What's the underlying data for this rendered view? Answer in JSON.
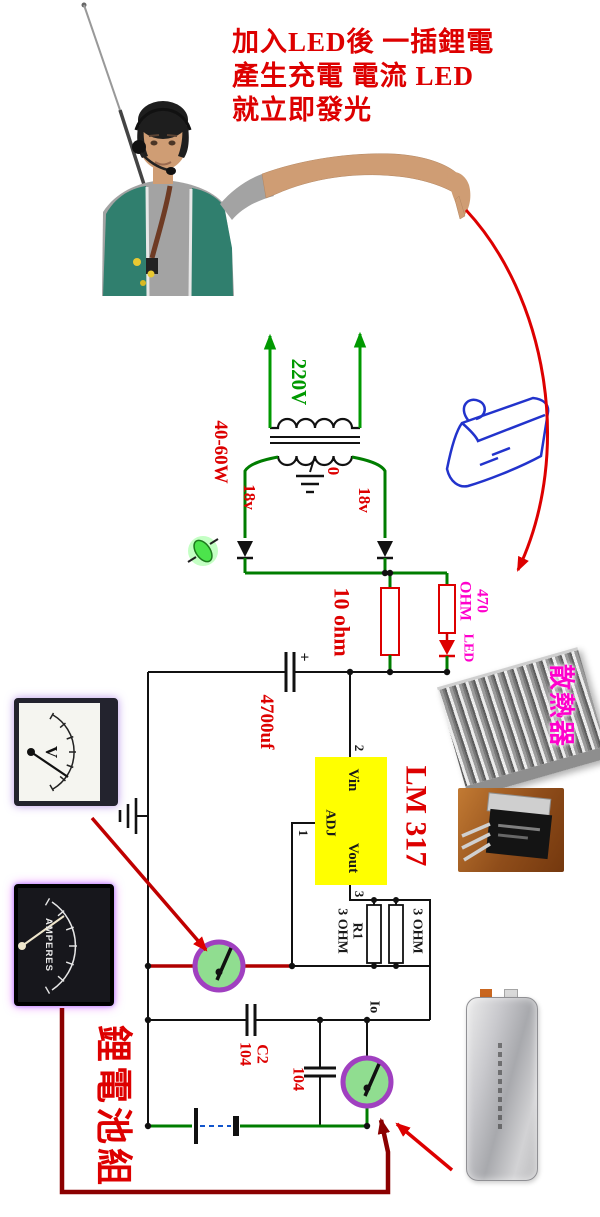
{
  "title": {
    "lines": [
      "加入LED後 一插鋰電",
      "產生充電 電流  LED",
      "就立即發光"
    ]
  },
  "schematic": {
    "ac_voltage": "220V",
    "transformer_power": "40-60W",
    "secondary_left": "18v",
    "secondary_center_tap": "0",
    "secondary_right": "18v",
    "series_resistor": "10 ohm",
    "led_resistor_value": "470",
    "led_resistor_unit": "OHM",
    "led_label": "LED",
    "filter_cap": "4700uf",
    "cap_polarity": "+",
    "regulator_name": "LM 317",
    "pin_vin": "Vin",
    "pin_adj": "ADJ",
    "pin_vout": "Vout",
    "pin2": "2",
    "pin1": "1",
    "pin3": "3",
    "r1_name": "R1",
    "r1_value": "3 OHM",
    "r2_value": "3 OHM",
    "output_current": "Io",
    "c2_name": "C2",
    "c2_value": "104",
    "c3_value": "104",
    "battery_pack_label": "鋰電池組"
  },
  "photos": {
    "heatsink_label": "散熱器",
    "voltmeter_label": "V",
    "ammeter_label": "AMPERES"
  },
  "colors": {
    "title_red": "#dd0000",
    "label_magenta": "#ff00cc",
    "wire_green": "#007d00",
    "wire_dark_red": "#8b0000",
    "regulator_yellow": "#ffff00",
    "sketch_blue": "#2233cc"
  }
}
